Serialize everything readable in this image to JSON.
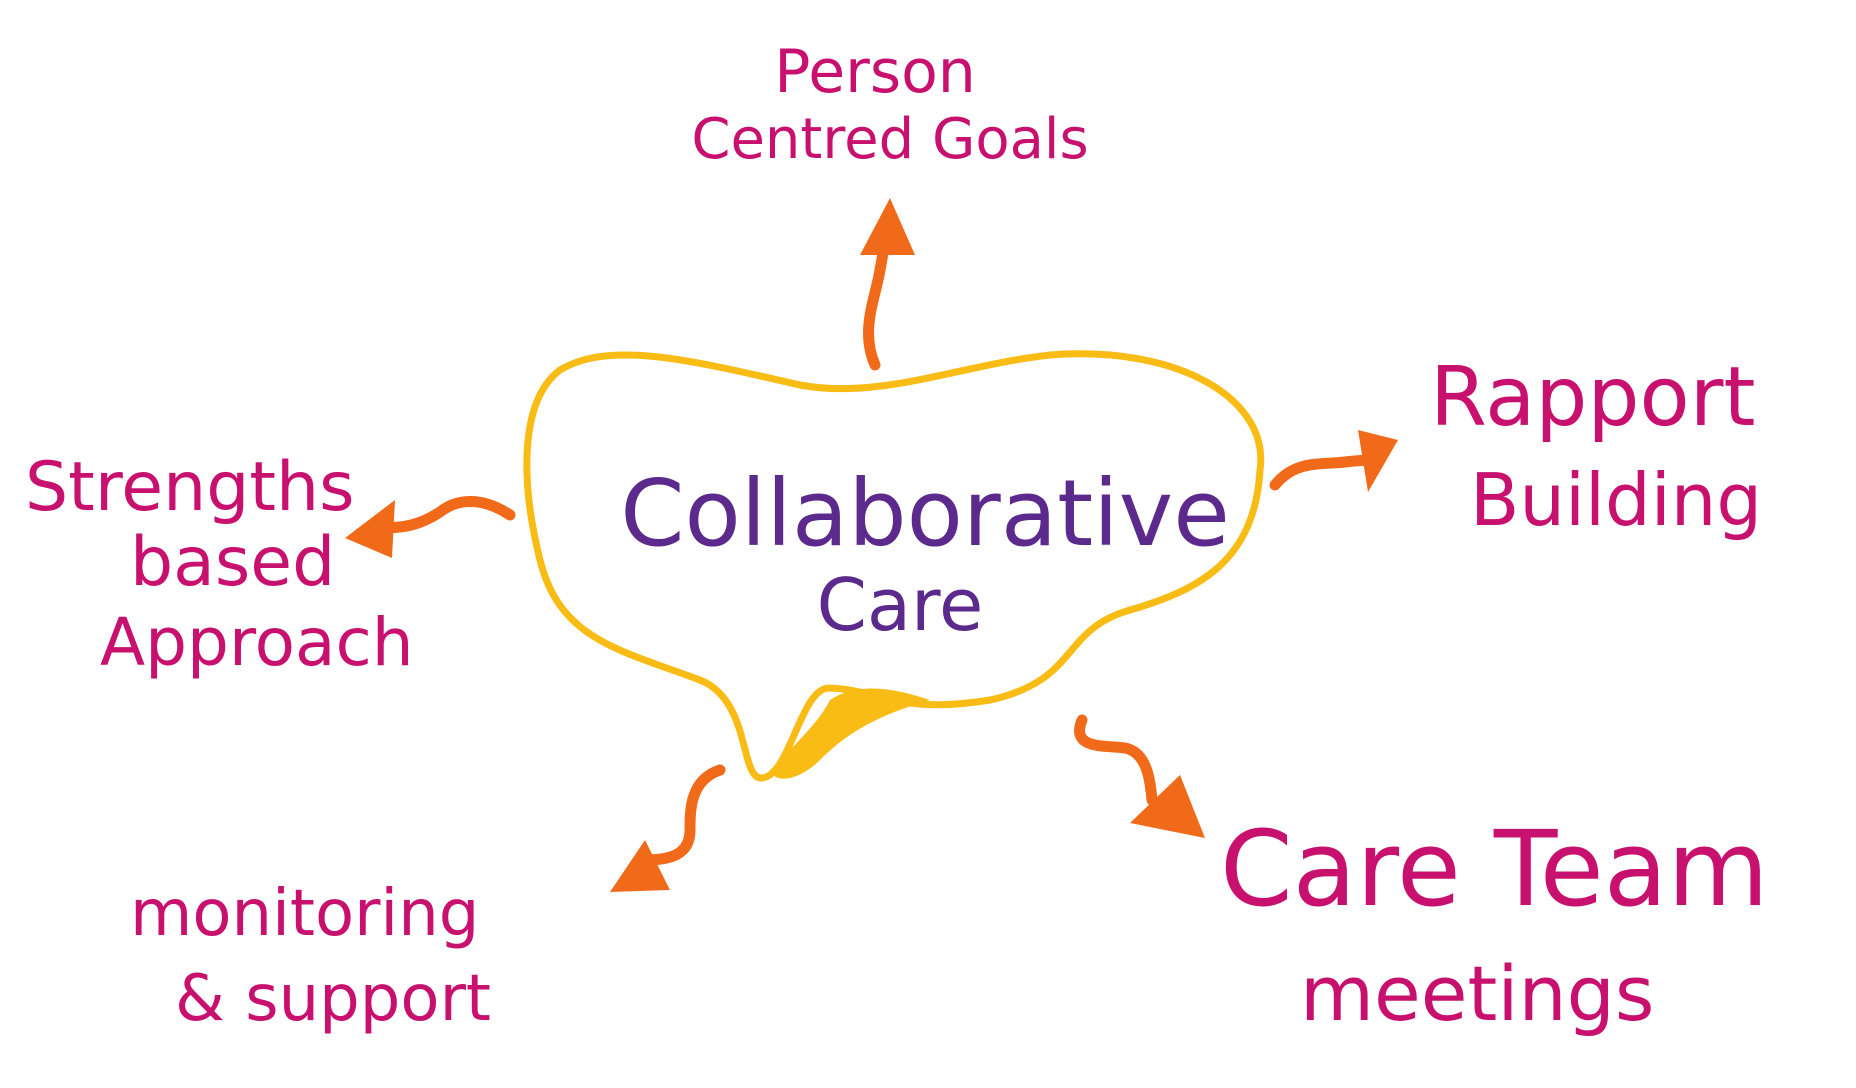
{
  "center": {
    "line1": "Collaborative",
    "line2": "Care"
  },
  "nodes": {
    "person_centred_goals": {
      "line1": "Person",
      "line2": "Centred Goals"
    },
    "rapport_building": {
      "line1": "Rapport",
      "line2": "Building"
    },
    "strengths_based": {
      "line1": "Strengths",
      "line2": "based",
      "line3": "Approach"
    },
    "monitoring_support": {
      "line1": "monitoring",
      "line2": "& support"
    },
    "care_team_meetings": {
      "line1": "Care Team",
      "line2": "meetings"
    }
  },
  "colors": {
    "label": "#c8106e",
    "center_text": "#5b2a8c",
    "bubble": "#f9bc15",
    "arrow": "#f06a1a",
    "background": "#ffffff"
  }
}
